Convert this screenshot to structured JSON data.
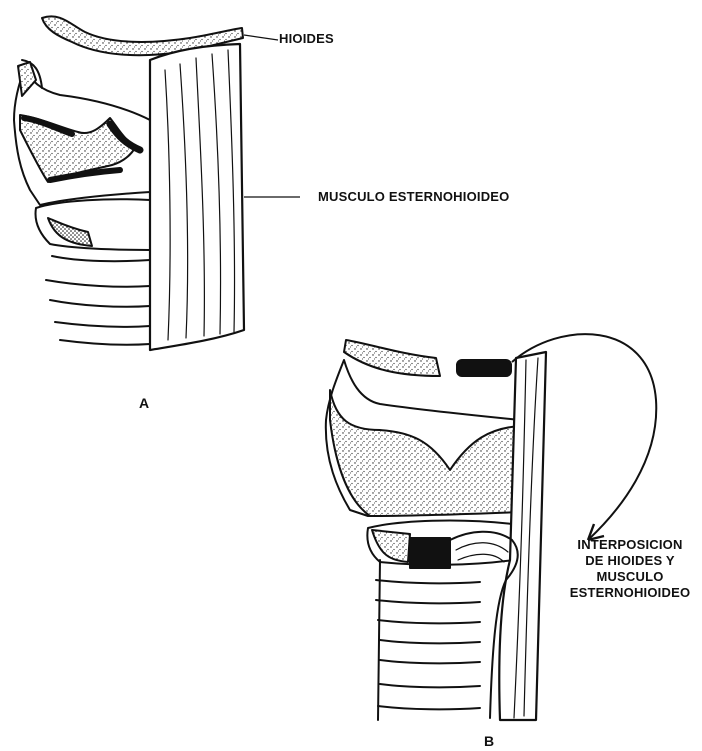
{
  "figure": {
    "panel_a": {
      "letter": "A",
      "labels": {
        "hyoid": "HIOIDES",
        "muscle": "MUSCULO ESTERNOHIOIDEO"
      }
    },
    "panel_b": {
      "letter": "B",
      "interposition_lines": [
        "INTERPOSICION",
        "DE HIOIDES Y",
        "MUSCULO",
        "ESTERNOHIOIDEO"
      ]
    }
  }
}
